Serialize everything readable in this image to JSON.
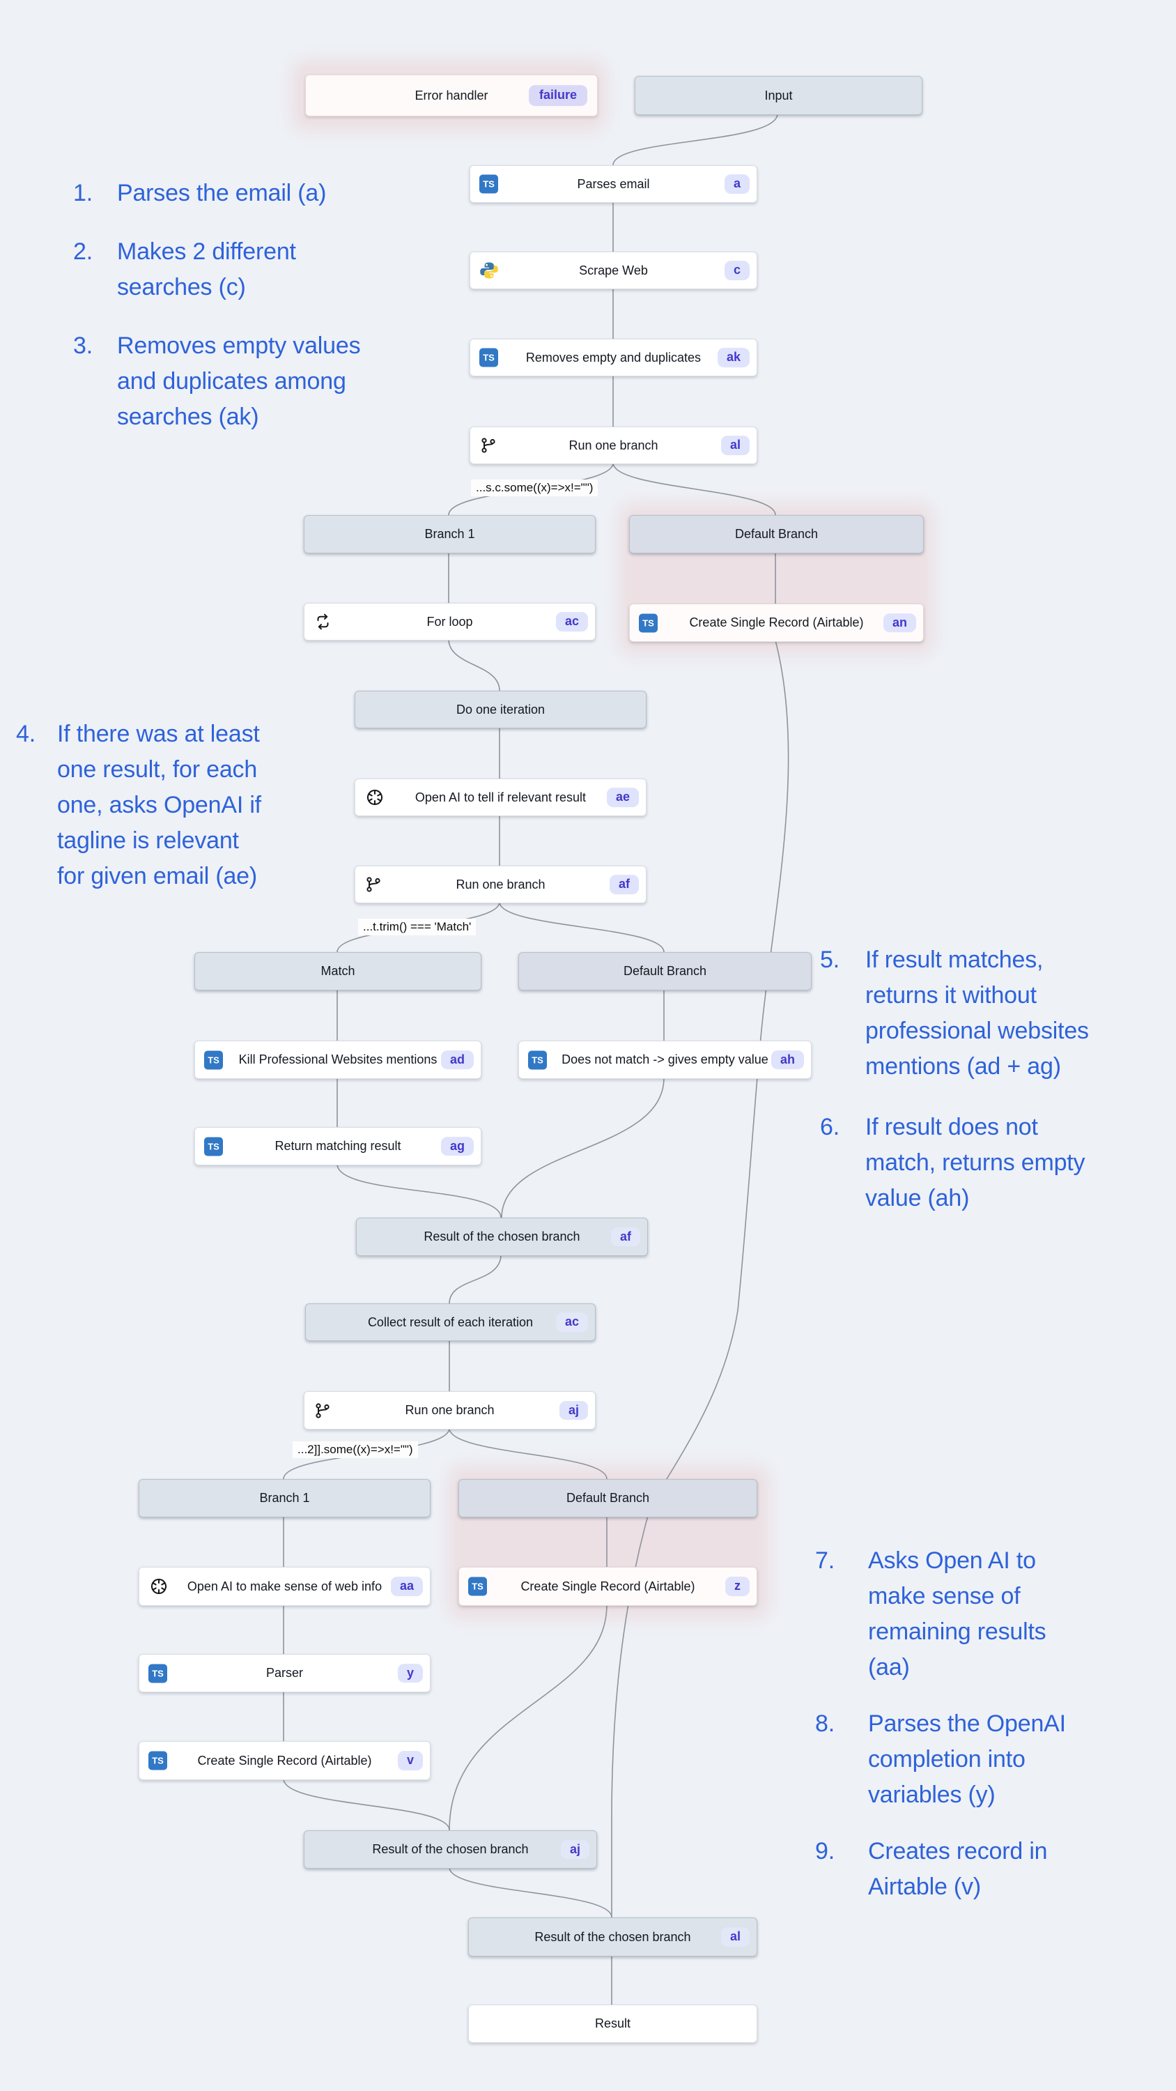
{
  "colors": {
    "canvas_bg": "#eef1f6",
    "annotation_blue": "#2e62d9",
    "badge_bg": "#dfe3fc",
    "badge_text": "#4338ca",
    "ts_blue": "#3178c6",
    "line_gray": "#8e949c",
    "pink_glow": "#f3e1e1",
    "header_bg": "#dce3ea"
  },
  "icons": {
    "ts": "TS"
  },
  "error_handler": {
    "label": "Error handler",
    "badge": "failure"
  },
  "nodes": {
    "input": {
      "label": "Input"
    },
    "parses_email": {
      "label": "Parses email",
      "badge": "a"
    },
    "scrape_web": {
      "label": "Scrape Web",
      "badge": "c"
    },
    "removes_empty": {
      "label": "Removes empty and duplicates",
      "badge": "ak"
    },
    "run_one_branch_al": {
      "label": "Run one branch",
      "badge": "al"
    },
    "branch1_a": {
      "label": "Branch 1"
    },
    "default_branch_a": {
      "label": "Default Branch"
    },
    "for_loop": {
      "label": "For loop",
      "badge": "ac"
    },
    "create_record_an": {
      "label": "Create Single Record (Airtable)",
      "badge": "an"
    },
    "do_one_iteration": {
      "label": "Do one iteration"
    },
    "openai_relevant": {
      "label": "Open AI to tell if relevant result",
      "badge": "ae"
    },
    "run_one_branch_af": {
      "label": "Run one branch",
      "badge": "af"
    },
    "match": {
      "label": "Match"
    },
    "default_branch_b": {
      "label": "Default Branch"
    },
    "kill_mentions": {
      "label": "Kill Professional Websites mentions",
      "badge": "ad"
    },
    "does_not_match": {
      "label": "Does not match -> gives empty value",
      "badge": "ah"
    },
    "return_matching": {
      "label": "Return matching result",
      "badge": "ag"
    },
    "result_af": {
      "label": "Result of the chosen branch",
      "badge": "af"
    },
    "collect_result": {
      "label": "Collect result of each iteration",
      "badge": "ac"
    },
    "run_one_branch_aj": {
      "label": "Run one branch",
      "badge": "aj"
    },
    "branch1_b": {
      "label": "Branch 1"
    },
    "default_branch_c": {
      "label": "Default Branch"
    },
    "openai_sense": {
      "label": "Open AI to make sense of web info",
      "badge": "aa"
    },
    "create_record_z": {
      "label": "Create Single Record (Airtable)",
      "badge": "z"
    },
    "parser": {
      "label": "Parser",
      "badge": "y"
    },
    "create_record_v": {
      "label": "Create Single Record (Airtable)",
      "badge": "v"
    },
    "result_aj": {
      "label": "Result of the chosen branch",
      "badge": "aj"
    },
    "result_al": {
      "label": "Result of the chosen branch",
      "badge": "al"
    },
    "result": {
      "label": "Result"
    }
  },
  "conditions": {
    "c1": "...s.c.some((x)=>x!=\"\")",
    "c2": "...t.trim() === 'Match'",
    "c3": "...2]].some((x)=>x!=\"\")"
  },
  "annotations": [
    {
      "num": "1.",
      "text": "Parses the email (a)"
    },
    {
      "num": "2.",
      "text": "Makes 2 different\nsearches (c)"
    },
    {
      "num": "3.",
      "text": "Removes empty values\nand duplicates among\nsearches (ak)"
    },
    {
      "num": "4.",
      "text": "If there was at least\none result, for each\none, asks OpenAI if\ntagline is relevant\nfor given email (ae)"
    },
    {
      "num": "5.",
      "text": "If result matches,\nreturns it without\nprofessional websites\nmentions (ad + ag)"
    },
    {
      "num": "6.",
      "text": "If result does not\nmatch, returns empty\nvalue (ah)"
    },
    {
      "num": "7.",
      "text": "Asks Open AI to\nmake sense of\nremaining results\n(aa)"
    },
    {
      "num": "8.",
      "text": "Parses the OpenAI\ncompletion into\nvariables (y)"
    },
    {
      "num": "9.",
      "text": "Creates record in\nAirtable (v)"
    }
  ]
}
